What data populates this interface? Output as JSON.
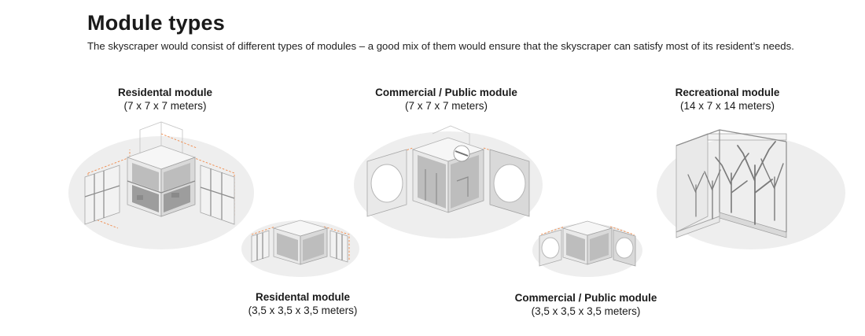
{
  "heading": "Module types",
  "description": "The skyscraper would consist of different types of modules – a good mix of them would ensure that the skyscraper can satisfy most of its resident’s needs.",
  "modules": [
    {
      "name": "Residental module",
      "dims": "(7 x 7 x 7 meters)"
    },
    {
      "name": "Commercial / Public module",
      "dims": "(7 x 7 x 7 meters)"
    },
    {
      "name": "Recreational module",
      "dims": "(14 x 7 x 14 meters)"
    },
    {
      "name": "Residental module",
      "dims": "(3,5 x 3,5 x 3,5 meters)"
    },
    {
      "name": "Commercial / Public module",
      "dims": "(3,5 x 3,5 x 3,5 meters)"
    }
  ],
  "colors": {
    "accent_lines": "#f08a4b",
    "module_grey": "#d9d9d9"
  }
}
